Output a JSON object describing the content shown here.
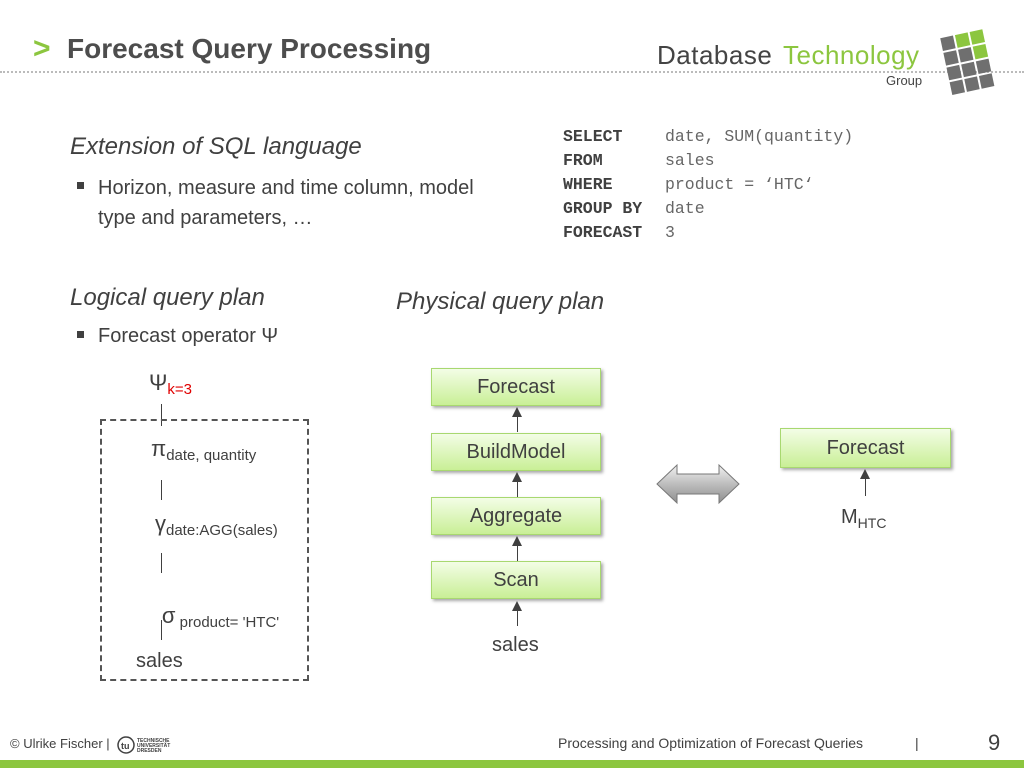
{
  "header": {
    "chevron": ">",
    "title": "Forecast Query Processing",
    "brand_part1": "Database",
    "brand_part2": "Technology",
    "brand_part3": "Group"
  },
  "left": {
    "sql_extension_heading": "Extension of SQL language",
    "sql_extension_bullet": "Horizon, measure and time column, model type and parameters, …",
    "logical_heading": "Logical query plan",
    "logical_bullet": "Forecast operator Ψ"
  },
  "sql": [
    {
      "keyword": "SELECT",
      "value": "date, SUM(quantity)"
    },
    {
      "keyword": "FROM",
      "value": "sales"
    },
    {
      "keyword": "WHERE",
      "value": "product = ‘HTC‘"
    },
    {
      "keyword": "GROUP BY",
      "value": "date"
    },
    {
      "keyword": "FORECAST",
      "value": "3"
    }
  ],
  "logical_plan": {
    "psi": "Ψ",
    "psi_sub": "k=3",
    "pi": "π",
    "pi_sub": "date, quantity",
    "gamma": "γ",
    "gamma_sub": "date:AGG(sales)",
    "sigma": "σ",
    "sigma_sub": " product= 'HTC'",
    "source": "sales"
  },
  "physical_plan": {
    "heading": "Physical query plan",
    "operators": [
      "Forecast",
      "BuildModel",
      "Aggregate",
      "Scan"
    ],
    "source": "sales",
    "alt_operator": "Forecast",
    "model": "M",
    "model_sub": "HTC"
  },
  "footer": {
    "copyright": "© Ulrike Fischer |",
    "tud_logo_text": "TECHNISCHE UNIVERSITÄT DRESDEN",
    "talk_title": "Processing and Optimization of Forecast Queries",
    "separator": "|",
    "page_number": "9"
  },
  "colors": {
    "accent_green": "#8cc63f",
    "text_dark": "#404040",
    "subscript_red": "#e00000"
  }
}
